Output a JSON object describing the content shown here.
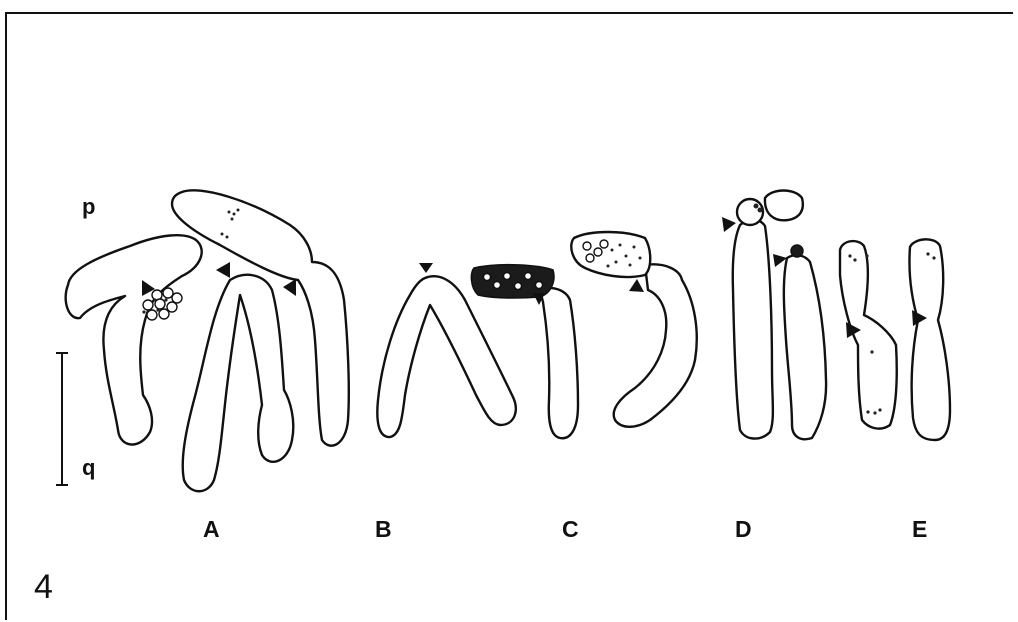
{
  "figure_number": "4",
  "arm_labels": {
    "short_arm": "p",
    "long_arm": "q"
  },
  "panels": [
    {
      "label": "A"
    },
    {
      "label": "B"
    },
    {
      "label": "C"
    },
    {
      "label": "D"
    },
    {
      "label": "E"
    }
  ],
  "colors": {
    "ink": "#111111",
    "background": "#ffffff"
  }
}
